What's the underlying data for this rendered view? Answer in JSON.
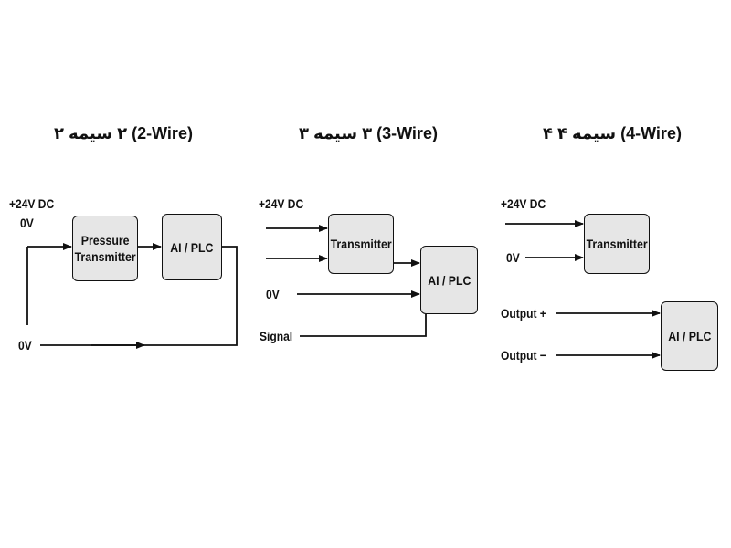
{
  "panels": [
    {
      "title": "٢ سیمه ٢ (2-Wire)",
      "labels": {
        "supply": "+24V DC",
        "zero_top": "0V",
        "zero_bottom": "0V"
      },
      "boxes": {
        "transmitter_line1": "Pressure",
        "transmitter_line2": "Transmitter",
        "plc": "AI / PLC"
      }
    },
    {
      "title": "٣ سیمه ٣ (3-Wire)",
      "labels": {
        "supply": "+24V DC",
        "zero": "0V",
        "signal": "Signal"
      },
      "boxes": {
        "transmitter": "Transmitter",
        "plc": "AI / PLC"
      }
    },
    {
      "title": "۴ سیمه ۴ (4-Wire)",
      "labels": {
        "supply": "+24V DC",
        "zero": "0V",
        "output_plus": "Output +",
        "output_minus": "Output −"
      },
      "boxes": {
        "transmitter": "Transmitter",
        "plc": "AI / PLC"
      }
    }
  ]
}
